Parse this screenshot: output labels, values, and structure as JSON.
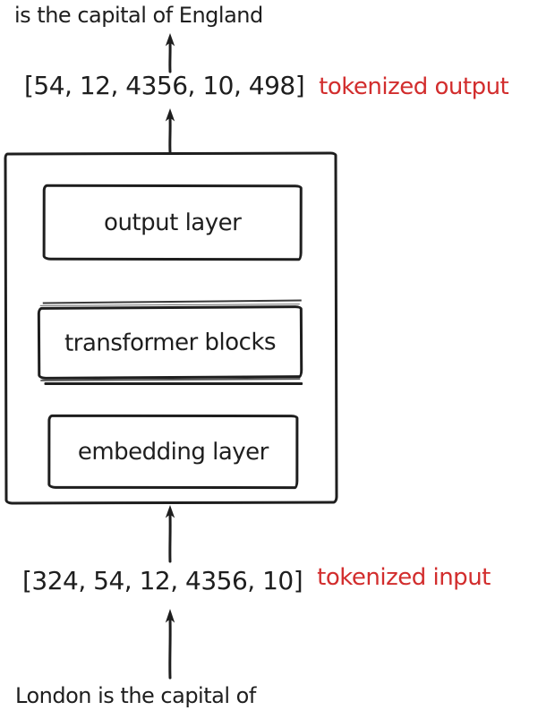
{
  "diagram": {
    "top_sentence": "is the capital of England",
    "tokenized_output": {
      "tokens": "[54, 12, 4356, 10, 498]",
      "label": "tokenized output"
    },
    "layers": [
      {
        "label": "output layer"
      },
      {
        "label": "transformer blocks"
      },
      {
        "label": "embedding layer"
      }
    ],
    "tokenized_input": {
      "tokens": "[324, 54, 12, 4356, 10]",
      "label": "tokenized input"
    },
    "bottom_sentence": "London is the capital of",
    "colors": {
      "ink": "#1e1e1e",
      "accent_red": "#d22d2d",
      "background": "#ffffff"
    }
  }
}
